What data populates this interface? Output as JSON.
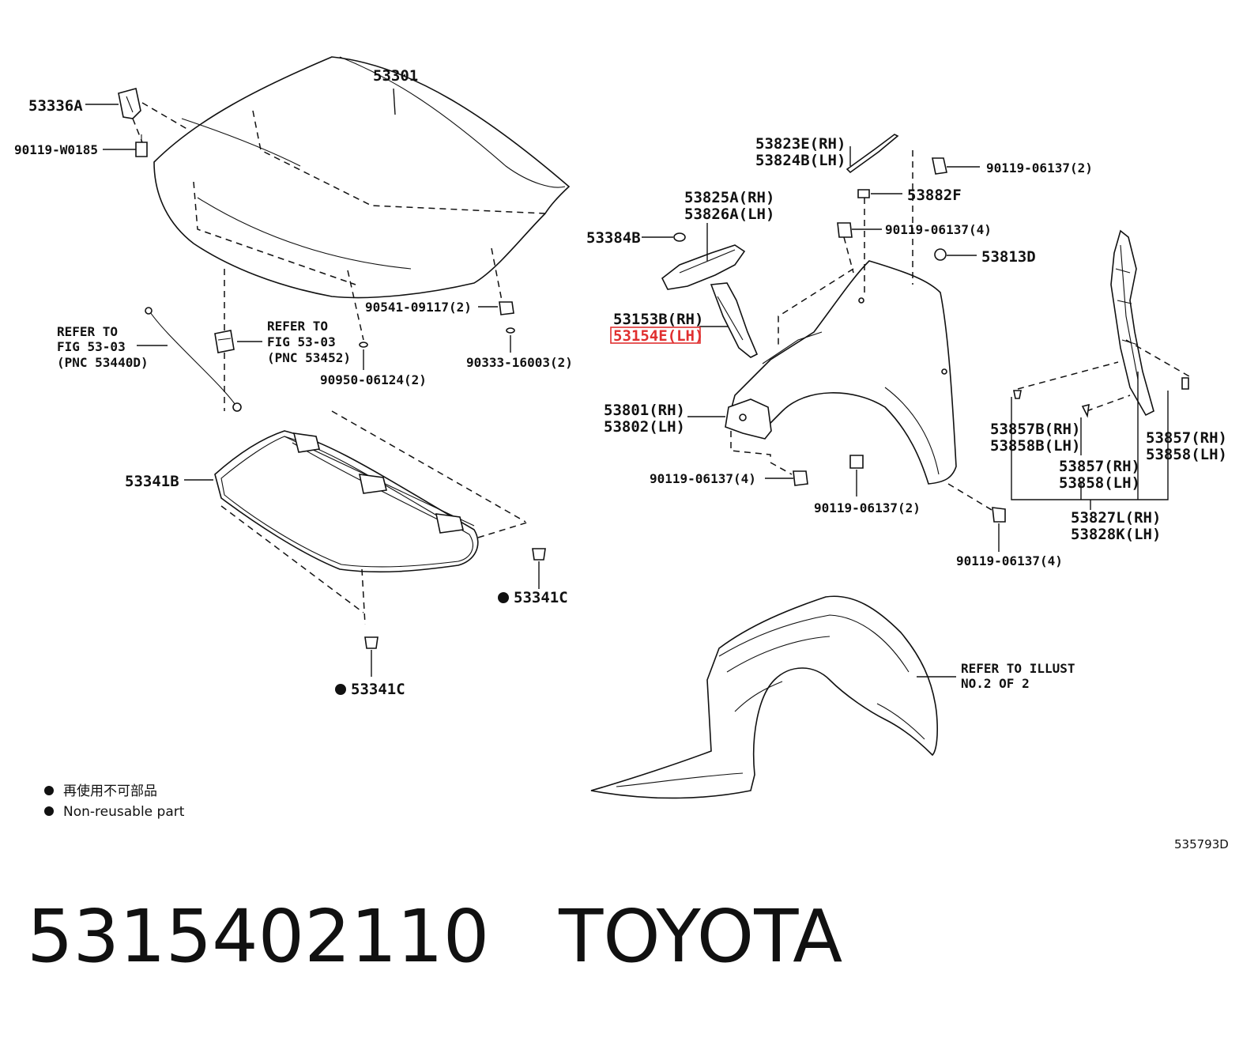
{
  "labels": {
    "p53301": "53301",
    "p53336A": "53336A",
    "p90119W0185": "90119-W0185",
    "refer1_l1": "REFER TO",
    "refer1_l2": "FIG 53-03",
    "refer1_l3": "(PNC 53440D)",
    "refer2_l1": "REFER TO",
    "refer2_l2": "FIG 53-03",
    "refer2_l3": "(PNC 53452)",
    "p90541": "90541-09117(2)",
    "p90333": "90333-16003(2)",
    "p90950": "90950-06124(2)",
    "p53341B": "53341B",
    "p53341C_a": "53341C",
    "p53341C_b": "53341C",
    "p53823E": "53823E(RH)",
    "p53824B": "53824B(LH)",
    "p90119_2_top": "90119-06137(2)",
    "p53882F": "53882F",
    "p53825A": "53825A(RH)",
    "p53826A": "53826A(LH)",
    "p90119_4_top": "90119-06137(4)",
    "p53384B": "53384B",
    "p53813D": "53813D",
    "p53153B": "53153B(RH)",
    "p53154E": "53154E(LH)",
    "p53801": "53801(RH)",
    "p53802": "53802(LH)",
    "p90119_4_mid": "90119-06137(4)",
    "p90119_2_mid": "90119-06137(2)",
    "p90119_4_bot": "90119-06137(4)",
    "p53857B": "53857B(RH)",
    "p53858B": "53858B(LH)",
    "p53857_a": "53857(RH)",
    "p53858_a": "53858(LH)",
    "p53857_b": "53857(RH)",
    "p53858_b": "53858(LH)",
    "p53827L": "53827L(RH)",
    "p53828K": "53828K(LH)",
    "refer3_l1": "REFER TO ILLUST",
    "refer3_l2": "NO.2 OF 2",
    "legend_jp": "再使用不可部品",
    "legend_en": "Non-reusable part",
    "figure_code": "535793D"
  },
  "highlight": {
    "part": "53154E(LH)",
    "color": "#e03030"
  },
  "footer": {
    "title": "5315402110   TOYOTA"
  }
}
